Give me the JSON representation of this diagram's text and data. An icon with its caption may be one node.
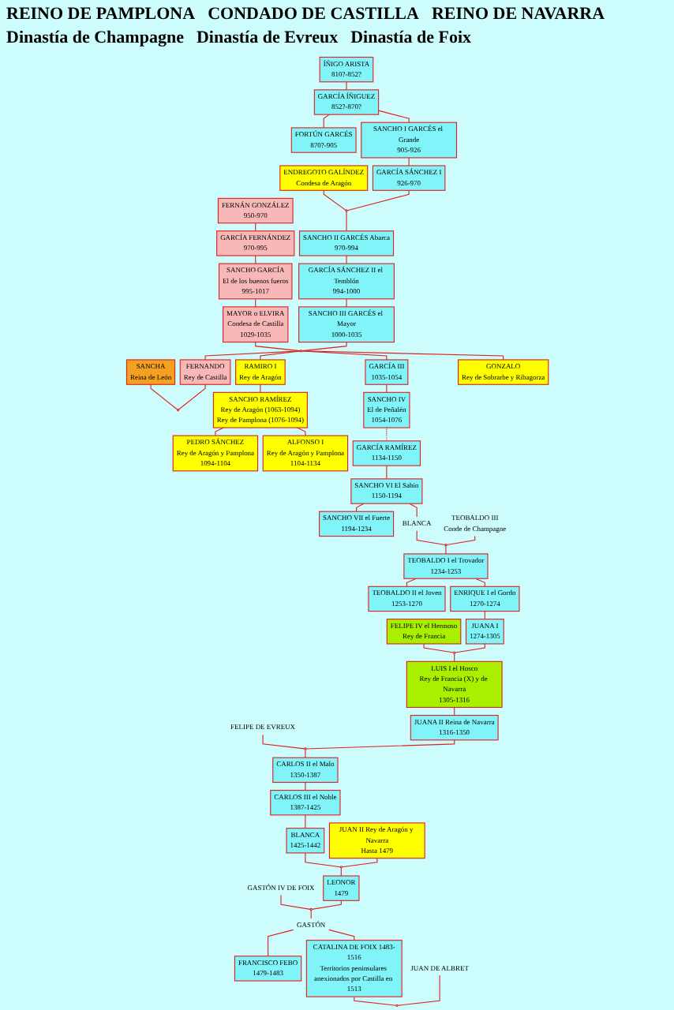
{
  "diagram": {
    "nodes": [
      {
        "text": [
          "ÍÑIGO ARISTA",
          "810?-852?"
        ]
      },
      {
        "text": [
          "GARCÍA ÍÑIGUEZ",
          "852?-870?"
        ]
      },
      {
        "text": [
          "FORTÚN GARCÉS",
          "870?-905"
        ]
      },
      {
        "text": [
          "SANCHO I GARCÉS el Grande",
          "905-926"
        ]
      },
      {
        "text": [
          "ENDREGOTO GALÍNDEZ",
          "Condesa de Aragón"
        ]
      },
      {
        "text": [],
        "shape": "circle"
      },
      {
        "text": [
          "GARCÍA SÁNCHEZ I",
          "926-970"
        ]
      },
      {
        "text": [
          "SANCHO II GARCÉS Abarca",
          "970-994"
        ]
      },
      {
        "text": [
          "GARCÍA SÁNCHEZ II el Temblón",
          "994-1000"
        ]
      },
      {
        "text": [
          "SANCHO III GARCÉS el Mayor",
          "1000-1035"
        ]
      },
      {
        "text": [
          "FERNÁN GONZÁLEZ",
          "950-970"
        ]
      },
      {
        "text": [
          "GARCÍA FERNÁNDEZ",
          "970-995"
        ]
      },
      {
        "text": [
          "SANCHO GARCÍA",
          "El de los buenos fueros",
          "995-1017"
        ]
      },
      {
        "text": [
          "MAYOR o ELVIRA",
          "Condesa de Castilla",
          "1029-1035"
        ]
      },
      {
        "text": [],
        "shape": "circle"
      },
      {
        "text": [
          "SANCHA",
          "Reina de León"
        ]
      },
      {
        "text": [],
        "shape": "circle"
      },
      {
        "text": [
          "FERNANDO",
          "Rey de Castilla"
        ]
      },
      {
        "text": [
          "GARCÍA III",
          "1035-1054"
        ]
      },
      {
        "text": [
          "RAMIRO I",
          "Rey de Aragón"
        ]
      },
      {
        "text": [
          "GONZALO",
          "Rey de Sobrarbe y Ribagorza"
        ]
      },
      {
        "text": [
          "SANCHO IV",
          "El de Peñalén",
          "1054-1076"
        ]
      },
      {
        "text": [
          "SANCHO RAMÍREZ",
          "Rey de Aragón (1063-1094)",
          "Rey de Pamplona (1076-1094)"
        ]
      },
      {
        "text": [
          "PEDRO SÁNCHEZ",
          "Rey de Aragón y Pamplona",
          "1094-1104"
        ]
      },
      {
        "text": [
          "ALFONSO I",
          "Rey de Aragón y Pamplona",
          "1104-1134"
        ]
      },
      {
        "text": [
          "GARCÍA RAMÍREZ",
          "1134-1150"
        ]
      },
      {
        "text": [
          "SANCHO VI El Sabio",
          "1150-1194"
        ]
      },
      {
        "text": [
          "SANCHO VII el Fuerte",
          "1194-1234"
        ]
      },
      {
        "text": [
          "BLANCA"
        ]
      },
      {
        "text": [],
        "shape": "circle"
      },
      {
        "text": [
          "TEOBALDO III",
          "Conde de Champagne"
        ]
      },
      {
        "text": [
          "TEOBALDO I el Trovador",
          "1234-1253"
        ]
      },
      {
        "text": [
          "TEOBALDO II el Joven",
          "1253-1270"
        ]
      },
      {
        "text": [
          "ENRIQUE I el Gordo",
          "1270-1274"
        ]
      },
      {
        "text": [
          "FELIPE IV el Hermoso",
          "Rey de Francia"
        ]
      },
      {
        "text": [],
        "shape": "circle"
      },
      {
        "text": [
          "JUANA I",
          "1274-1305"
        ]
      },
      {
        "text": [
          "LUIS I el Hosco",
          "Rey de Francia (X) y de Navarra",
          "1305-1316"
        ]
      },
      {
        "text": [
          "FELIPE DE EVREUX"
        ]
      },
      {
        "text": [],
        "shape": "circle"
      },
      {
        "text": [
          "JUANA II Reina de Navarra",
          "1316-1350"
        ]
      },
      {
        "text": [
          "CARLOS II el Malo",
          "1350-1387"
        ]
      },
      {
        "text": [
          "CARLOS III el Noble",
          "1387-1425"
        ]
      },
      {
        "text": [
          "BLANCA",
          "1425-1442"
        ]
      },
      {
        "text": [],
        "shape": "circle"
      },
      {
        "text": [
          "JUAN II Rey de Aragón y Navarra",
          "Hasta 1479"
        ]
      },
      {
        "text": [
          "LEONOR",
          "1479"
        ]
      },
      {
        "text": [
          "GASTÓN IV DE FOIX"
        ]
      },
      {
        "text": [],
        "shape": "circle"
      },
      {
        "text": [
          "GASTÓN"
        ]
      },
      {
        "text": [
          "FRANCISCO FEBO",
          "1479-1483"
        ]
      },
      {
        "text": [
          "CATALINA DE FOIX 1483-1516",
          "Territorios peninsulares anexionados por Castilla en 1513"
        ]
      },
      {
        "text": [],
        "shape": "circle"
      },
      {
        "text": [
          "JUAN DE ALBRET"
        ]
      }
    ],
    "edges": [
      {
        "from": 0,
        "to": 1,
        "arrow": "none"
      },
      {
        "from": 1,
        "to": 2,
        "arrow": "none"
      },
      {
        "from": 1,
        "to": 3,
        "arrow": "none"
      },
      {
        "from": 3,
        "to": 6,
        "arrow": "none"
      },
      {
        "from": 4,
        "to": 5,
        "arrow": "none"
      },
      {
        "from": 6,
        "to": 5,
        "arrow": "none"
      },
      {
        "from": 5,
        "to": 7,
        "arrow": "none"
      },
      {
        "from": 7,
        "to": 8,
        "arrow": "none"
      },
      {
        "from": 8,
        "to": 9,
        "arrow": "none"
      },
      {
        "from": 10,
        "to": 11,
        "arrow": "none"
      },
      {
        "from": 11,
        "to": 12,
        "arrow": "none"
      },
      {
        "from": 12,
        "to": 13,
        "arrow": "none"
      },
      {
        "from": 13,
        "to": 14,
        "arrow": "none"
      },
      {
        "from": 9,
        "to": 14,
        "arrow": "none"
      },
      {
        "from": 14,
        "to": 17,
        "arrow": "none"
      },
      {
        "from": 14,
        "to": 18,
        "arrow": "none"
      },
      {
        "from": 14,
        "to": 19,
        "arrow": "none"
      },
      {
        "from": 14,
        "to": 20,
        "arrow": "none"
      },
      {
        "from": 15,
        "to": 16,
        "arrow": "none"
      },
      {
        "from": 17,
        "to": 16,
        "arrow": "none"
      },
      {
        "from": 18,
        "to": 21,
        "arrow": "none"
      },
      {
        "from": 19,
        "to": 22,
        "arrow": "none"
      },
      {
        "from": 22,
        "to": 23,
        "arrow": "none"
      },
      {
        "from": 22,
        "to": 24,
        "arrow": "none"
      },
      {
        "from": 21,
        "to": 25,
        "arrow": "none",
        "style": "dashed"
      },
      {
        "from": 25,
        "to": 26,
        "arrow": "none"
      },
      {
        "from": 26,
        "to": 27,
        "arrow": "none"
      },
      {
        "from": 26,
        "to": 28,
        "arrow": "none"
      },
      {
        "from": 28,
        "to": 29,
        "arrow": "none"
      },
      {
        "from": 30,
        "to": 29,
        "arrow": "none"
      },
      {
        "from": 29,
        "to": 31,
        "arrow": "none"
      },
      {
        "from": 31,
        "to": 32,
        "arrow": "none"
      },
      {
        "from": 31,
        "to": 33,
        "arrow": "none"
      },
      {
        "from": 33,
        "to": 36,
        "arrow": "none"
      },
      {
        "from": 34,
        "to": 35,
        "arrow": "none"
      },
      {
        "from": 36,
        "to": 35,
        "arrow": "none"
      },
      {
        "from": 35,
        "to": 37,
        "arrow": "none"
      },
      {
        "from": 37,
        "to": 40,
        "arrow": "none"
      },
      {
        "from": 38,
        "to": 39,
        "arrow": "none"
      },
      {
        "from": 40,
        "to": 39,
        "arrow": "none"
      },
      {
        "from": 39,
        "to": 41,
        "arrow": "none"
      },
      {
        "from": 41,
        "to": 42,
        "arrow": "none"
      },
      {
        "from": 42,
        "to": 43,
        "arrow": "none"
      },
      {
        "from": 43,
        "to": 44,
        "arrow": "none"
      },
      {
        "from": 45,
        "to": 44,
        "arrow": "none"
      },
      {
        "from": 44,
        "to": 46,
        "arrow": "none"
      },
      {
        "from": 47,
        "to": 48,
        "arrow": "none"
      },
      {
        "from": 46,
        "to": 48,
        "arrow": "none"
      },
      {
        "from": 48,
        "to": 49,
        "arrow": "none"
      },
      {
        "from": 49,
        "to": 50,
        "arrow": "none"
      },
      {
        "from": 49,
        "to": 51,
        "arrow": "none"
      },
      {
        "from": 51,
        "to": 52,
        "arrow": "none"
      },
      {
        "from": 53,
        "to": 52,
        "arrow": "none"
      }
    ],
    "labels": [
      "REINO DE PAMPLONA",
      "CONDADO DE CASTILLA",
      "REINO DE NAVARRA",
      "Dinastía de Champagne",
      "Dinastía de Evreux",
      "Dinastía de Foix"
    ]
  }
}
